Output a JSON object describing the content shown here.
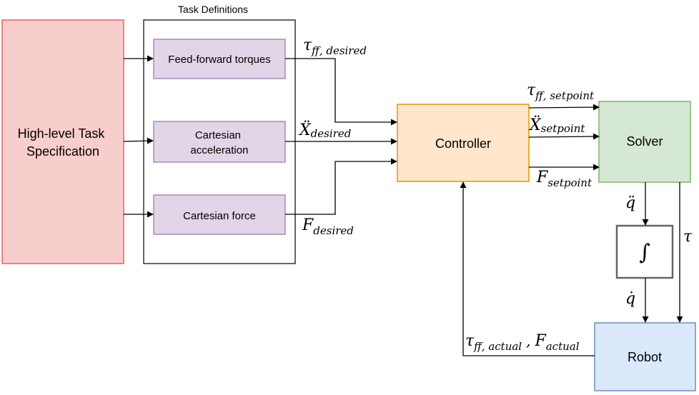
{
  "group": {
    "title": "Task Definitions"
  },
  "nodes": {
    "spec": {
      "line1": "High-level Task",
      "line2": "Specification"
    },
    "ff": {
      "label": "Feed-forward torques"
    },
    "cacc": {
      "line1": "Cartesian",
      "line2": "acceleration"
    },
    "cforce": {
      "label": "Cartesian force"
    },
    "controller": {
      "label": "Controller"
    },
    "solver": {
      "label": "Solver"
    },
    "integrator": {
      "symbol": "∫"
    },
    "robot": {
      "label": "Robot"
    }
  },
  "edges": {
    "tau_ff_desired": {
      "base": "τ",
      "sub": "ff, desired"
    },
    "x_desired": {
      "base": "Ẍ",
      "sub": "desired"
    },
    "f_desired": {
      "base": "F",
      "sub": "desired"
    },
    "tau_ff_setpoint": {
      "base": "τ",
      "sub": "ff, setpoint"
    },
    "x_setpoint": {
      "base": "Ẍ",
      "sub": "setpoint"
    },
    "f_setpoint": {
      "base": "F",
      "sub": "setpoint"
    },
    "qdd": {
      "label": "q̈"
    },
    "qd": {
      "label": "q̇"
    },
    "tau": {
      "label": "τ"
    },
    "feedback": {
      "tau_base": "τ",
      "tau_sub": "ff, actual",
      "sep": ",",
      "f_base": "F",
      "f_sub": "actual"
    }
  },
  "colors": {
    "spec_fill": "#f8cecc",
    "spec_stroke": "#e06666",
    "task_fill": "#e1d5e7",
    "task_stroke": "#9673a6",
    "controller_fill": "#ffe6cc",
    "controller_stroke": "#d79b00",
    "solver_fill": "#d5e8d4",
    "solver_stroke": "#82b366",
    "robot_fill": "#dae8fc",
    "robot_stroke": "#6c8ebf",
    "integrator_stroke": "#666666",
    "line": "#000000"
  }
}
